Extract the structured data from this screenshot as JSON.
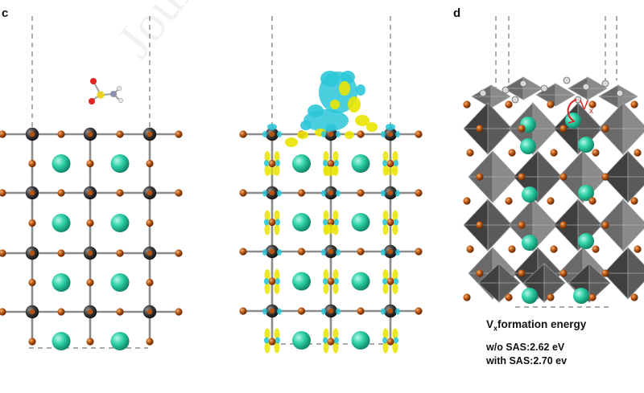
{
  "panels": {
    "c": "c",
    "d": "d"
  },
  "vacancy_label": "V",
  "vacancy_subscript": "x",
  "formation": {
    "title_main": "V",
    "title_sub": "x",
    "title_rest": "formation energy",
    "line1": "w/o SAS:2.62 eV",
    "line2": "with SAS:2.70 ev"
  },
  "watermark": "Journal",
  "colors": {
    "bond": "#8c8c8c",
    "anion": "#b6520f",
    "cation": "#3a3a3a",
    "cation_inner": "#d9a27a",
    "a_site": "#2ed1a8",
    "charge_yellow": "#e9e400",
    "charge_cyan": "#2cc7d8",
    "octahedron_dark": "#3f3f3f",
    "octahedron_light": "#8a8a8a",
    "vacancy": "#e02020"
  }
}
